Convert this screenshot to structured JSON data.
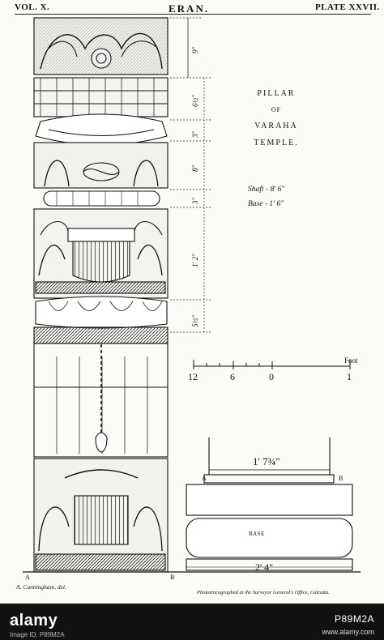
{
  "header": {
    "volume": "VOL. X.",
    "site": "ERAN.",
    "plate": "PLATE XXVII."
  },
  "title": {
    "line1": "PILLAR",
    "line2": "OF",
    "line3": "VARAHA",
    "line4": "TEMPLE."
  },
  "dimensions": {
    "shaft": "Shaft - 8' 6\"",
    "base": "Base - 1' 6\""
  },
  "scale": {
    "unit": "Foot",
    "ticks": [
      "12",
      "6",
      "0",
      "1"
    ]
  },
  "section_marks": [
    "9\"",
    "6½\"",
    "3\"",
    "8\"",
    "3\"",
    "1' 2\"",
    "5½\""
  ],
  "base_drawing": {
    "label": "BASE",
    "top_width": "1' 7¾\"",
    "bottom_width": "2' 4\"",
    "point_a": "A",
    "point_b": "B"
  },
  "pillar_marks": {
    "left": "A",
    "right": "B"
  },
  "credits": {
    "draftsman": "A. Cunningham, del.",
    "printer": "Photozincographed at the Surveyor General's Office, Calcutta."
  },
  "watermark": {
    "brand": "alamy",
    "image_id": "Image ID: P89M2A",
    "url": "www.alamy.com",
    "code": "P89M2A"
  }
}
